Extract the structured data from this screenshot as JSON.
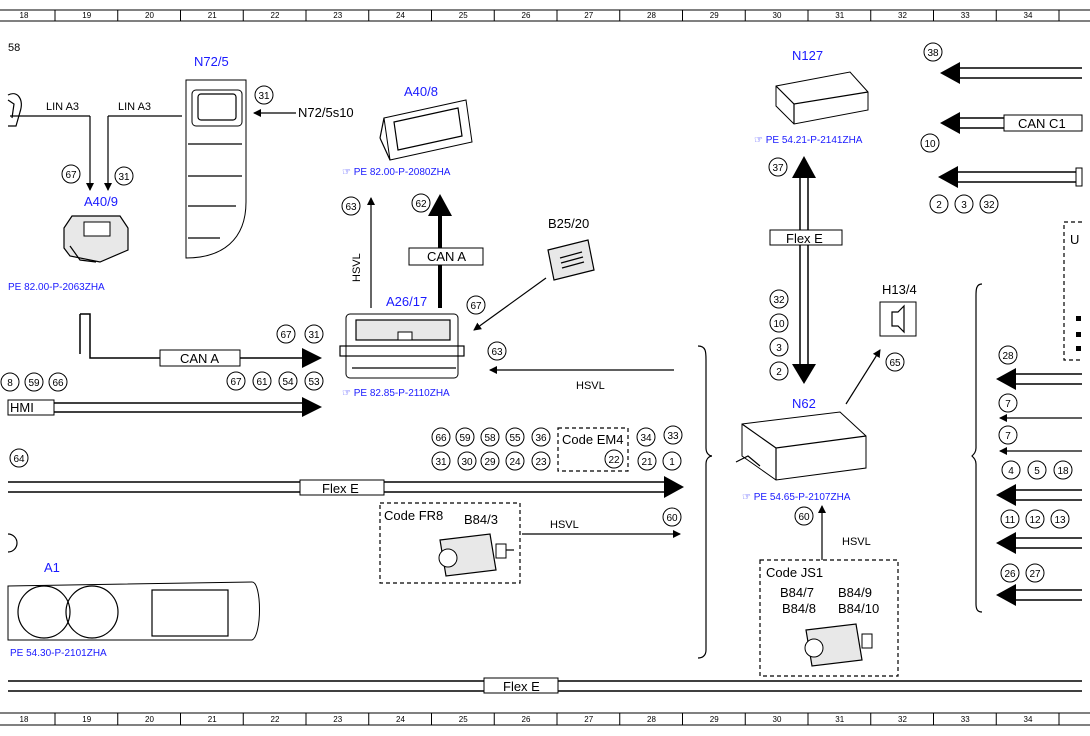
{
  "grid_numbers": [
    "18",
    "19",
    "20",
    "21",
    "22",
    "23",
    "24",
    "25",
    "26",
    "27",
    "28",
    "29",
    "30",
    "31",
    "32",
    "33",
    "34"
  ],
  "components": {
    "n72_5": "N72/5",
    "a40_8": "A40/8",
    "a40_9": "A40/9",
    "a26_17": "A26/17",
    "b25_20": "B25/20",
    "n127": "N127",
    "n62": "N62",
    "h13_4": "H13/4",
    "a1": "A1",
    "b84_3": "B84/3",
    "b84_7": "B84/7",
    "b84_8": "B84/8",
    "b84_9": "B84/9",
    "b84_10": "B84/10",
    "n72_5s10": "N72/5s10",
    "partial_58": "58",
    "partial_u": "U"
  },
  "refs": {
    "a40_8": "PE 82.00-P-2080ZHA",
    "a40_9": "PE 82.00-P-2063ZHA",
    "a26_17": "PE 82.85-P-2110ZHA",
    "n127": "PE 54.21-P-2141ZHA",
    "n62": "PE 54.65-P-2107ZHA",
    "a1": "PE 54.30-P-2101ZHA"
  },
  "buses": {
    "lin_a3": "LIN A3",
    "can_a": "CAN A",
    "hsvl": "HSVL",
    "flex_e": "Flex E",
    "hmi": "HMI",
    "can_c1": "CAN C1"
  },
  "codes": {
    "em4": "Code EM4",
    "fr8": "Code FR8",
    "js1": "Code JS1"
  },
  "circles": {
    "c31_n72": "31",
    "c67_a": "67",
    "c31_a": "31",
    "c63": "63",
    "c62": "62",
    "c67_b25": "67",
    "c67_row": "67",
    "c31_row": "31",
    "r2_67": "67",
    "r2_61": "61",
    "r2_54": "54",
    "r2_53": "53",
    "hmi_8": "8",
    "hmi_59": "59",
    "hmi_66": "66",
    "c63_hsvl": "63",
    "e_66": "66",
    "e_59": "59",
    "e_58": "58",
    "e_55": "55",
    "e_36": "36",
    "e_34": "34",
    "e_33": "33",
    "e_31": "31",
    "e_30": "30",
    "e_29": "29",
    "e_24": "24",
    "e_23": "23",
    "e_22": "22",
    "e_21": "21",
    "e_1": "1",
    "c64": "64",
    "c60_fr8": "60",
    "c37": "37",
    "c32": "32",
    "c10": "10",
    "c3": "3",
    "c2": "2",
    "c65": "65",
    "c60_n62": "60",
    "c38": "38",
    "c10_r": "10",
    "c2_r": "2",
    "c3_r": "3",
    "c32_r": "32",
    "c28": "28",
    "c7a": "7",
    "c7b": "7",
    "c4": "4",
    "c5": "5",
    "c18": "18",
    "c11": "11",
    "c12": "12",
    "c13": "13",
    "c26": "26",
    "c27": "27"
  }
}
